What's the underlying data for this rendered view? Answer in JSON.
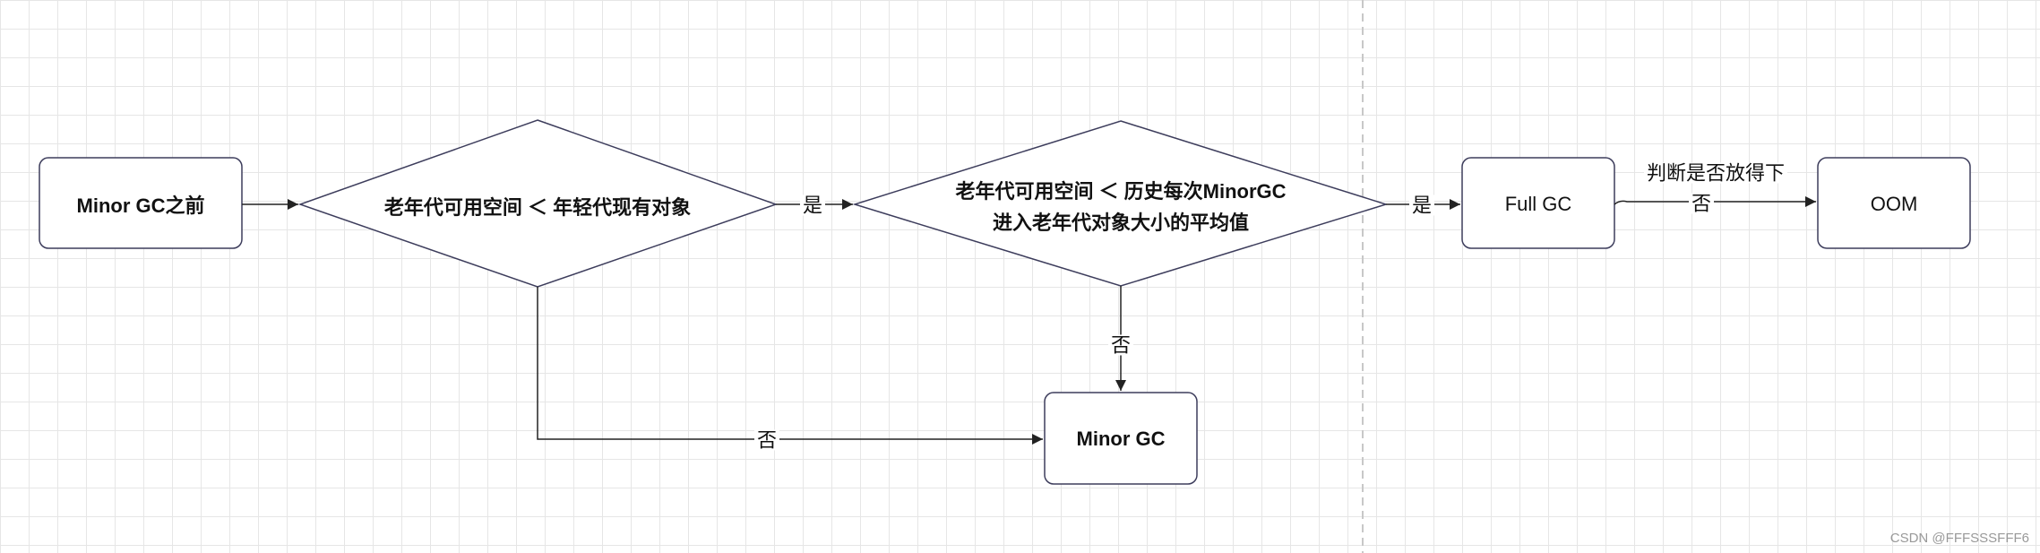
{
  "nodes": {
    "start": "Minor GC之前",
    "decision1": "老年代可用空间 ＜ 年轻代现有对象",
    "decision2": {
      "line1": "老年代可用空间 ＜ 历史每次MinorGC",
      "line2": "进入老年代对象大小的平均值"
    },
    "full_gc": "Full GC",
    "oom": "OOM",
    "minor_gc": "Minor GC"
  },
  "edges": {
    "d1_to_d2": "是",
    "d2_to_fullgc": "是",
    "fullgc_to_oom_line1": "判断是否放得下",
    "fullgc_to_oom_line2": "否",
    "d2_to_minorgc": "否",
    "d1_to_minorgc": "否"
  },
  "watermark": "CSDN @FFFSSSFFF6",
  "colors": {
    "node_border": "#3d3d5c",
    "edge": "#222222",
    "grid": "#e6e6e6",
    "divider": "#c8c8c8"
  }
}
